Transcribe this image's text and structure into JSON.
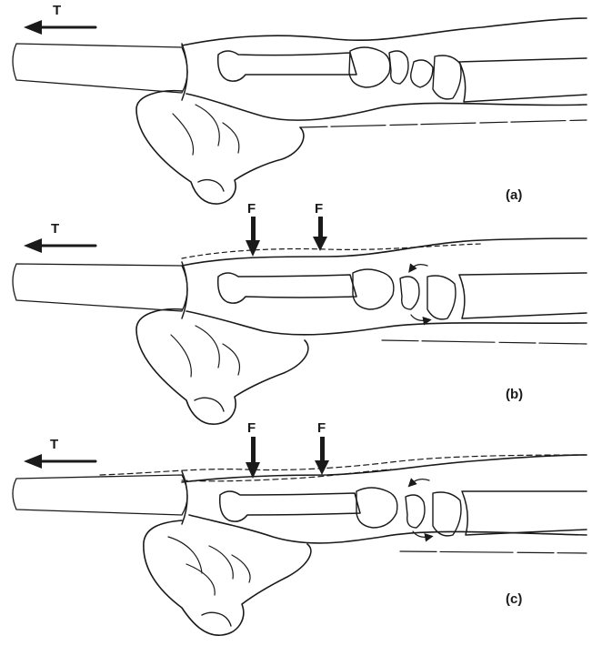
{
  "panels": [
    {
      "id": "a",
      "caption": "(a)",
      "tension_label": "T",
      "force_labels": []
    },
    {
      "id": "b",
      "caption": "(b)",
      "tension_label": "T",
      "force_labels": [
        "F",
        "F"
      ]
    },
    {
      "id": "c",
      "caption": "(c)",
      "tension_label": "T",
      "force_labels": [
        "F",
        "F"
      ]
    }
  ],
  "colors": {
    "ink": "#1a1a1a",
    "background": "#ffffff"
  }
}
